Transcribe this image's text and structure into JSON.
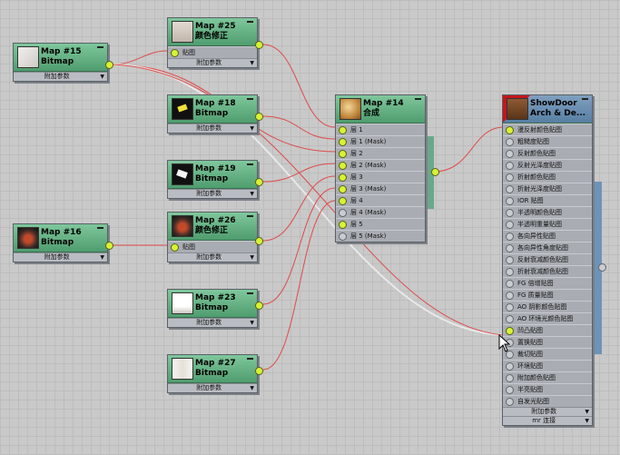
{
  "colors": {
    "wire_active": "#e04a4a",
    "wire_inactive": "#e0e0e0",
    "socket_connected": "#d8f234",
    "node_header": "#5fae80",
    "material_header": "#6d93b8"
  },
  "common": {
    "params_label": "附加参数",
    "arrow_label": "▼"
  },
  "nodes": {
    "map15": {
      "title": "Map #15",
      "type": "Bitmap"
    },
    "map25": {
      "title": "Map #25",
      "type": "颜色修正",
      "inputs": [
        "贴图"
      ]
    },
    "map18": {
      "title": "Map #18",
      "type": "Bitmap"
    },
    "map19": {
      "title": "Map #19",
      "type": "Bitmap"
    },
    "map16": {
      "title": "Map #16",
      "type": "Bitmap"
    },
    "map26": {
      "title": "Map #26",
      "type": "颜色修正",
      "inputs": [
        "贴图"
      ]
    },
    "map23": {
      "title": "Map #23",
      "type": "Bitmap"
    },
    "map27": {
      "title": "Map #27",
      "type": "Bitmap"
    },
    "map14": {
      "title": "Map #14",
      "type": "合成",
      "inputs": [
        "层 1",
        "层 1 (Mask)",
        "层 2",
        "层 2 (Mask)",
        "层 3",
        "层 3 (Mask)",
        "层 4",
        "层 4 (Mask)",
        "层 5",
        "层 5 (Mask)"
      ]
    },
    "material": {
      "title": "ShowDoor",
      "type": "Arch & De...",
      "inputs": [
        "漫反射颜色贴图",
        "粗糙度贴图",
        "反射颜色贴图",
        "反射光泽度贴图",
        "折射颜色贴图",
        "折射光泽度贴图",
        "IOR 贴图",
        "半透明颜色贴图",
        "半透明重量贴图",
        "各向异性贴图",
        "各向异性角度贴图",
        "反射衰减颜色贴图",
        "折射衰减颜色贴图",
        "FG 倍增贴图",
        "FG 质量贴图",
        "AO 阴影颜色贴图",
        "AO 环境光颜色贴图",
        "凹凸贴图",
        "置换贴图",
        "裁切贴图",
        "环境贴图",
        "附加颜色贴图",
        "半亮贴图",
        "自发光贴图"
      ],
      "footer": [
        "附加参数",
        "mr 连接"
      ]
    }
  }
}
